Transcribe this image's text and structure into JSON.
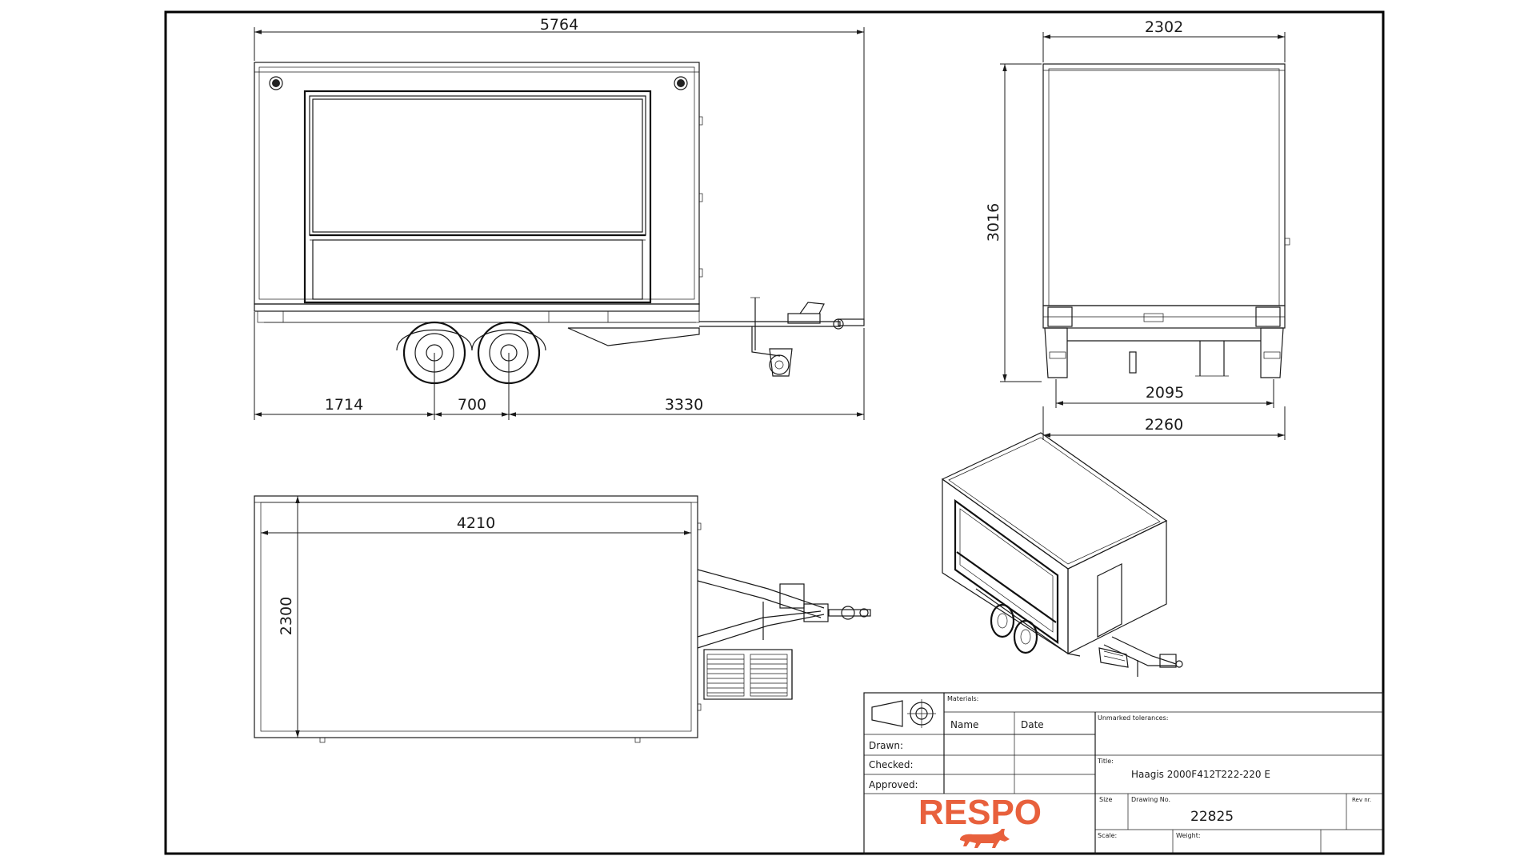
{
  "dimensions": {
    "side_overall_length": "5764",
    "side_rear_overhang": "1714",
    "side_axle_spacing": "700",
    "side_front_to_axle": "3330",
    "rear_overall_width": "2302",
    "rear_overall_height": "3016",
    "rear_track_width": "2095",
    "rear_outer_width": "2260",
    "top_body_length": "4210",
    "top_body_width": "2300"
  },
  "title_block": {
    "materials_label": "Materials:",
    "tolerances_label": "Unmarked tolerances:",
    "name_header": "Name",
    "date_header": "Date",
    "drawn_label": "Drawn:",
    "checked_label": "Checked:",
    "approved_label": "Approved:",
    "title_label": "Title:",
    "title_value": "Haagis 2000F412T222-220 E",
    "size_label": "Size",
    "drawing_no_label": "Drawing No.",
    "drawing_no_value": "22825",
    "rev_label": "Rev nr.",
    "scale_label": "Scale:",
    "weight_label": "Weight:"
  },
  "logo": {
    "text": "RESPO",
    "color": "#e8603c",
    "icon": "bull-icon"
  },
  "icons": {
    "projection": "third-angle-projection-icon"
  }
}
